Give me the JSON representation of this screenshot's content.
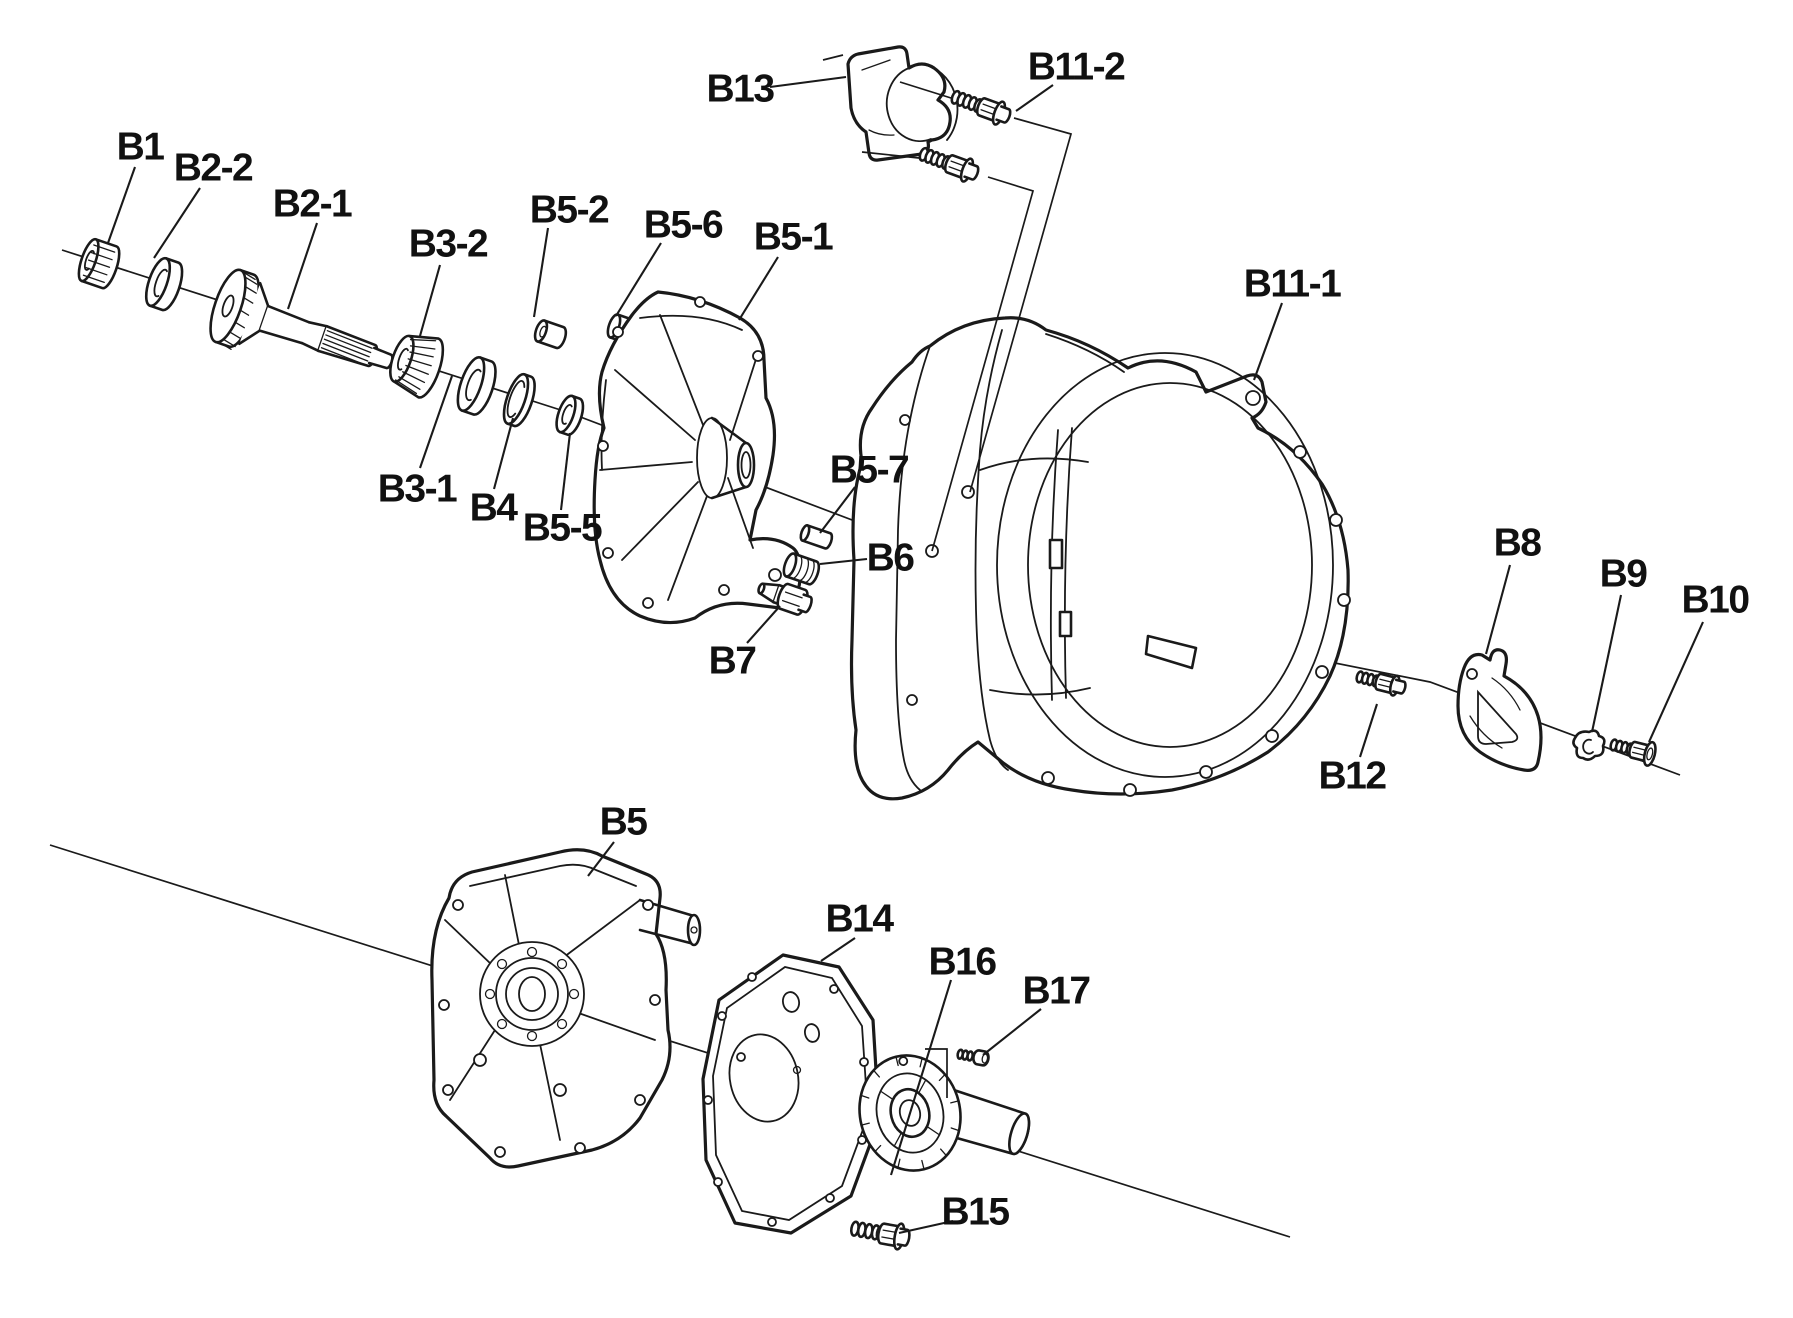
{
  "diagram": {
    "kind": "exploded-parts-line-drawing",
    "colors": {
      "background": "#ffffff",
      "line": "#1a1a1a",
      "text": "#111111"
    },
    "labels": {
      "b1": "B1",
      "b2_2": "B2-2",
      "b2_1": "B2-1",
      "b3_2": "B3-2",
      "b3_1": "B3-1",
      "b4": "B4",
      "b5_5": "B5-5",
      "b5_2": "B5-2",
      "b5_6": "B5-6",
      "b5_1": "B5-1",
      "b5_7": "B5-7",
      "b6": "B6",
      "b7": "B7",
      "b13": "B13",
      "b11_2": "B11-2",
      "b11_1": "B11-1",
      "b8": "B8",
      "b9": "B9",
      "b10": "B10",
      "b12": "B12",
      "b5": "B5",
      "b14": "B14",
      "b16": "B16",
      "b17": "B17",
      "b15": "B15"
    }
  }
}
